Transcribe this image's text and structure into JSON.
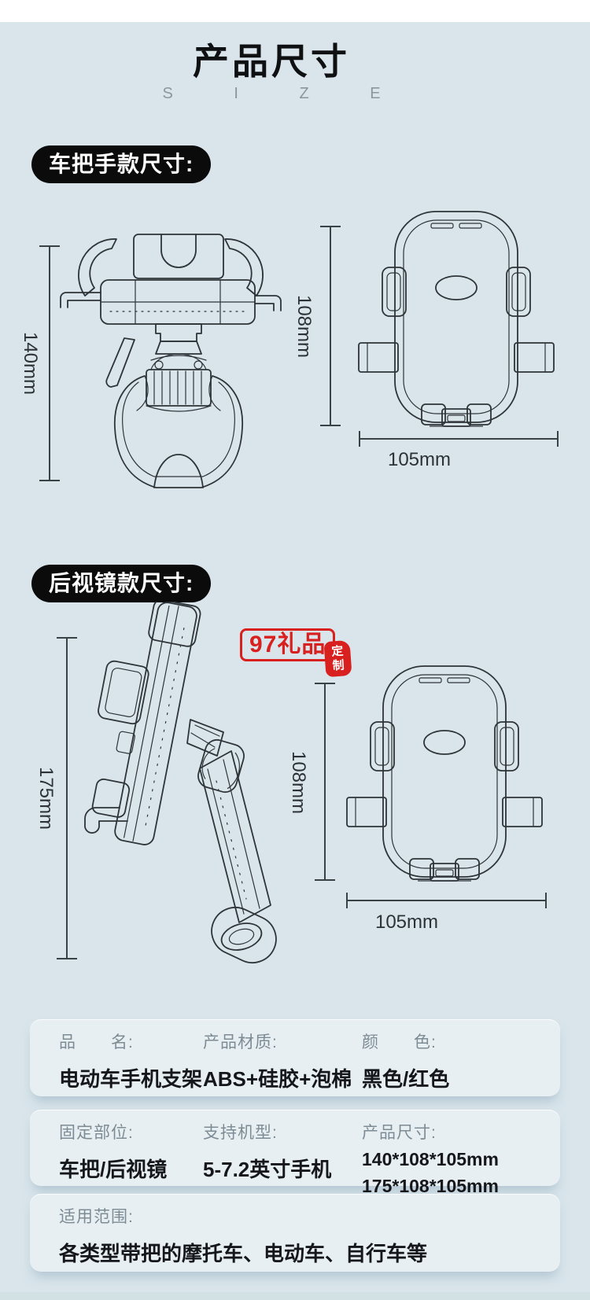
{
  "header": {
    "title": "产品尺寸",
    "subtitle": "S I Z E"
  },
  "sections": [
    {
      "badge": "车把手款尺寸:",
      "dims": {
        "height_overall": "140mm",
        "height_holder": "108mm",
        "width_holder": "105mm"
      }
    },
    {
      "badge": "后视镜款尺寸:",
      "dims": {
        "height_overall": "175mm",
        "height_holder": "108mm",
        "width_holder": "105mm"
      }
    }
  ],
  "watermark": {
    "brand": "97礼品",
    "seal_line1": "定",
    "seal_line2": "制"
  },
  "spec_table": {
    "row1": {
      "col1": {
        "label": "品　　名:",
        "value": "电动车手机支架"
      },
      "col2": {
        "label": "产品材质:",
        "value": "ABS+硅胶+泡棉"
      },
      "col3": {
        "label": "颜　　色:",
        "value": "黑色/红色"
      }
    },
    "row2": {
      "col1": {
        "label": "固定部位:",
        "value": "车把/后视镜"
      },
      "col2": {
        "label": "支持机型:",
        "value": "5-7.2英寸手机"
      },
      "col3": {
        "label": "产品尺寸:",
        "value_line1": "140*108*105mm",
        "value_line2": "175*108*105mm"
      }
    },
    "row3": {
      "col1": {
        "label": "适用范围:",
        "value": "各类型带把的摩托车、电动车、自行车等"
      }
    }
  },
  "colors": {
    "background": "#d9e5eb",
    "panel": "#e7eff3",
    "badge": "#0b0b0b",
    "accent_red": "#d8201f",
    "line_art": "#2e3438"
  }
}
